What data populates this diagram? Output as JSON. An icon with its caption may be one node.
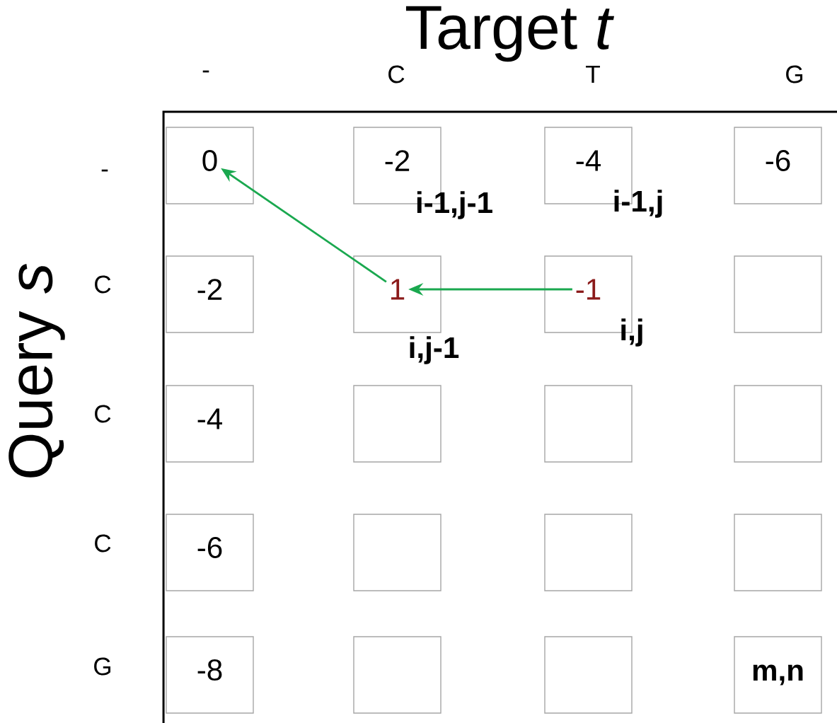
{
  "diagram": {
    "title": "Target *t*",
    "nodes": [
      {
        "text": [
          "0"
        ]
      },
      {
        "text": [
          "-2"
        ],
        "beside": [
          "i-1,j-1"
        ]
      },
      {
        "text": [
          "-4"
        ],
        "beside": [
          "i-1,j"
        ]
      },
      {
        "text": [
          "-6"
        ]
      },
      {
        "text": [
          "-2"
        ]
      },
      {
        "text": [
          "1"
        ],
        "beside": [
          "i,j-1"
        ]
      },
      {
        "text": [
          "-1"
        ],
        "beside": [
          "i,j"
        ]
      },
      {
        "text": [],
        "shape": "box"
      },
      {
        "text": [
          "-4"
        ]
      },
      {
        "text": [],
        "shape": "box"
      },
      {
        "text": [],
        "shape": "box"
      },
      {
        "text": [],
        "shape": "box"
      },
      {
        "text": [
          "-6"
        ]
      },
      {
        "text": [],
        "shape": "box"
      },
      {
        "text": [],
        "shape": "box"
      },
      {
        "text": [],
        "shape": "box"
      },
      {
        "text": [
          "-8"
        ]
      },
      {
        "text": [],
        "shape": "box"
      },
      {
        "text": [],
        "shape": "box"
      },
      {
        "text": [
          "m,n"
        ]
      }
    ],
    "edges": [
      {
        "from": 6,
        "to": 5,
        "arrow": "to"
      },
      {
        "from": 5,
        "to": 0,
        "arrow": "to"
      }
    ],
    "labels": [
      "-",
      "C",
      "T",
      "G",
      "-",
      "C",
      "C",
      "C",
      "G",
      "Query *s*"
    ]
  }
}
